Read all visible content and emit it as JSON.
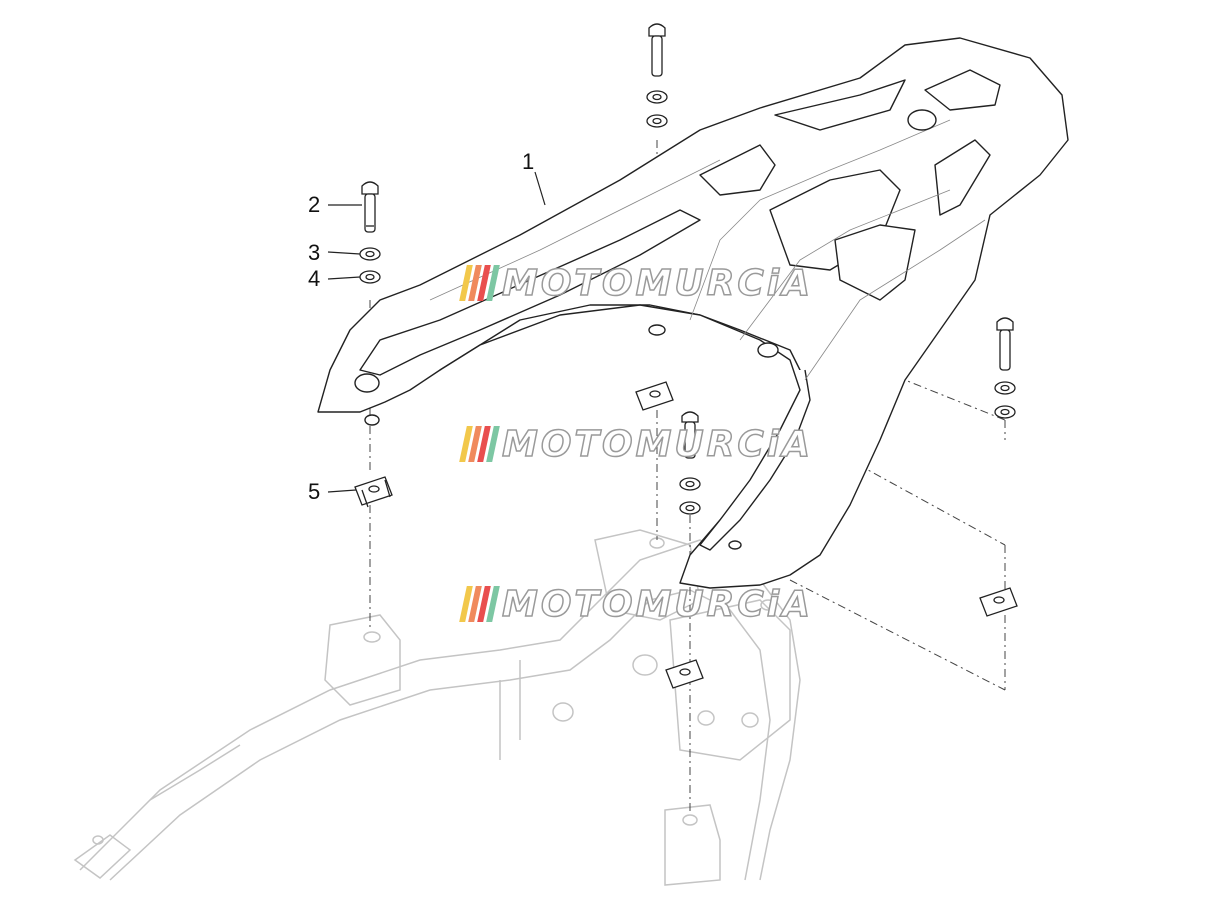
{
  "callouts": [
    {
      "id": "1",
      "label": "1"
    },
    {
      "id": "2",
      "label": "2"
    },
    {
      "id": "3",
      "label": "3"
    },
    {
      "id": "4",
      "label": "4"
    },
    {
      "id": "5",
      "label": "5"
    }
  ],
  "watermark": {
    "text": "MOTOMURCiA",
    "bar_colors": [
      "#f2c84b",
      "#f08a5d",
      "#e94e4e",
      "#7dc7a3"
    ]
  },
  "colors": {
    "line": "#222222",
    "frame_line": "#bdbdbd",
    "dash": "#444444"
  }
}
